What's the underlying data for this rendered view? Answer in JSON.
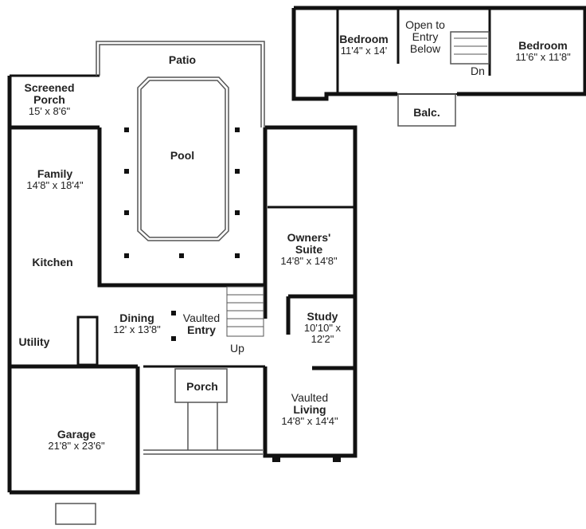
{
  "plan": {
    "upper_floor": {
      "rooms": [
        {
          "name": "Bedroom",
          "dims": "11'4\" x 14'"
        },
        {
          "name": "Open to Entry Below",
          "lines": [
            "Open to",
            "Entry",
            "Below"
          ]
        },
        {
          "name": "Bedroom",
          "dims": "11'6\" x 11'8\""
        },
        {
          "name": "Balc."
        }
      ],
      "stair_label": "Dn"
    },
    "main_floor": {
      "rooms": [
        {
          "name": "Patio"
        },
        {
          "name": "Screened Porch",
          "lines": [
            "Screened",
            "Porch"
          ],
          "dims": "15' x 8'6\""
        },
        {
          "name": "Pool"
        },
        {
          "name": "Family",
          "dims": "14'8\" x 18'4\""
        },
        {
          "name": "Kitchen"
        },
        {
          "name": "Owners' Suite",
          "lines": [
            "Owners'",
            "Suite"
          ],
          "dims": "14'8\" x 14'8\""
        },
        {
          "name": "Dining",
          "dims": "12' x 13'8\""
        },
        {
          "name": "Vaulted Entry",
          "lines": [
            "Vaulted",
            "Entry"
          ]
        },
        {
          "name": "Study",
          "dims_lines": [
            "10'10\" x",
            "12'2\""
          ]
        },
        {
          "name": "Utility"
        },
        {
          "name": "Porch"
        },
        {
          "name": "Vaulted Living",
          "lines": [
            "Vaulted",
            "Living"
          ],
          "dims": "14'8\" x 14'4\""
        },
        {
          "name": "Garage",
          "dims": "21'8\" x 23'6\""
        }
      ],
      "stair_label": "Up"
    },
    "colors": {
      "wall": "#111111",
      "line": "#555555",
      "window": "#bdbdbd",
      "background": "#ffffff"
    }
  }
}
